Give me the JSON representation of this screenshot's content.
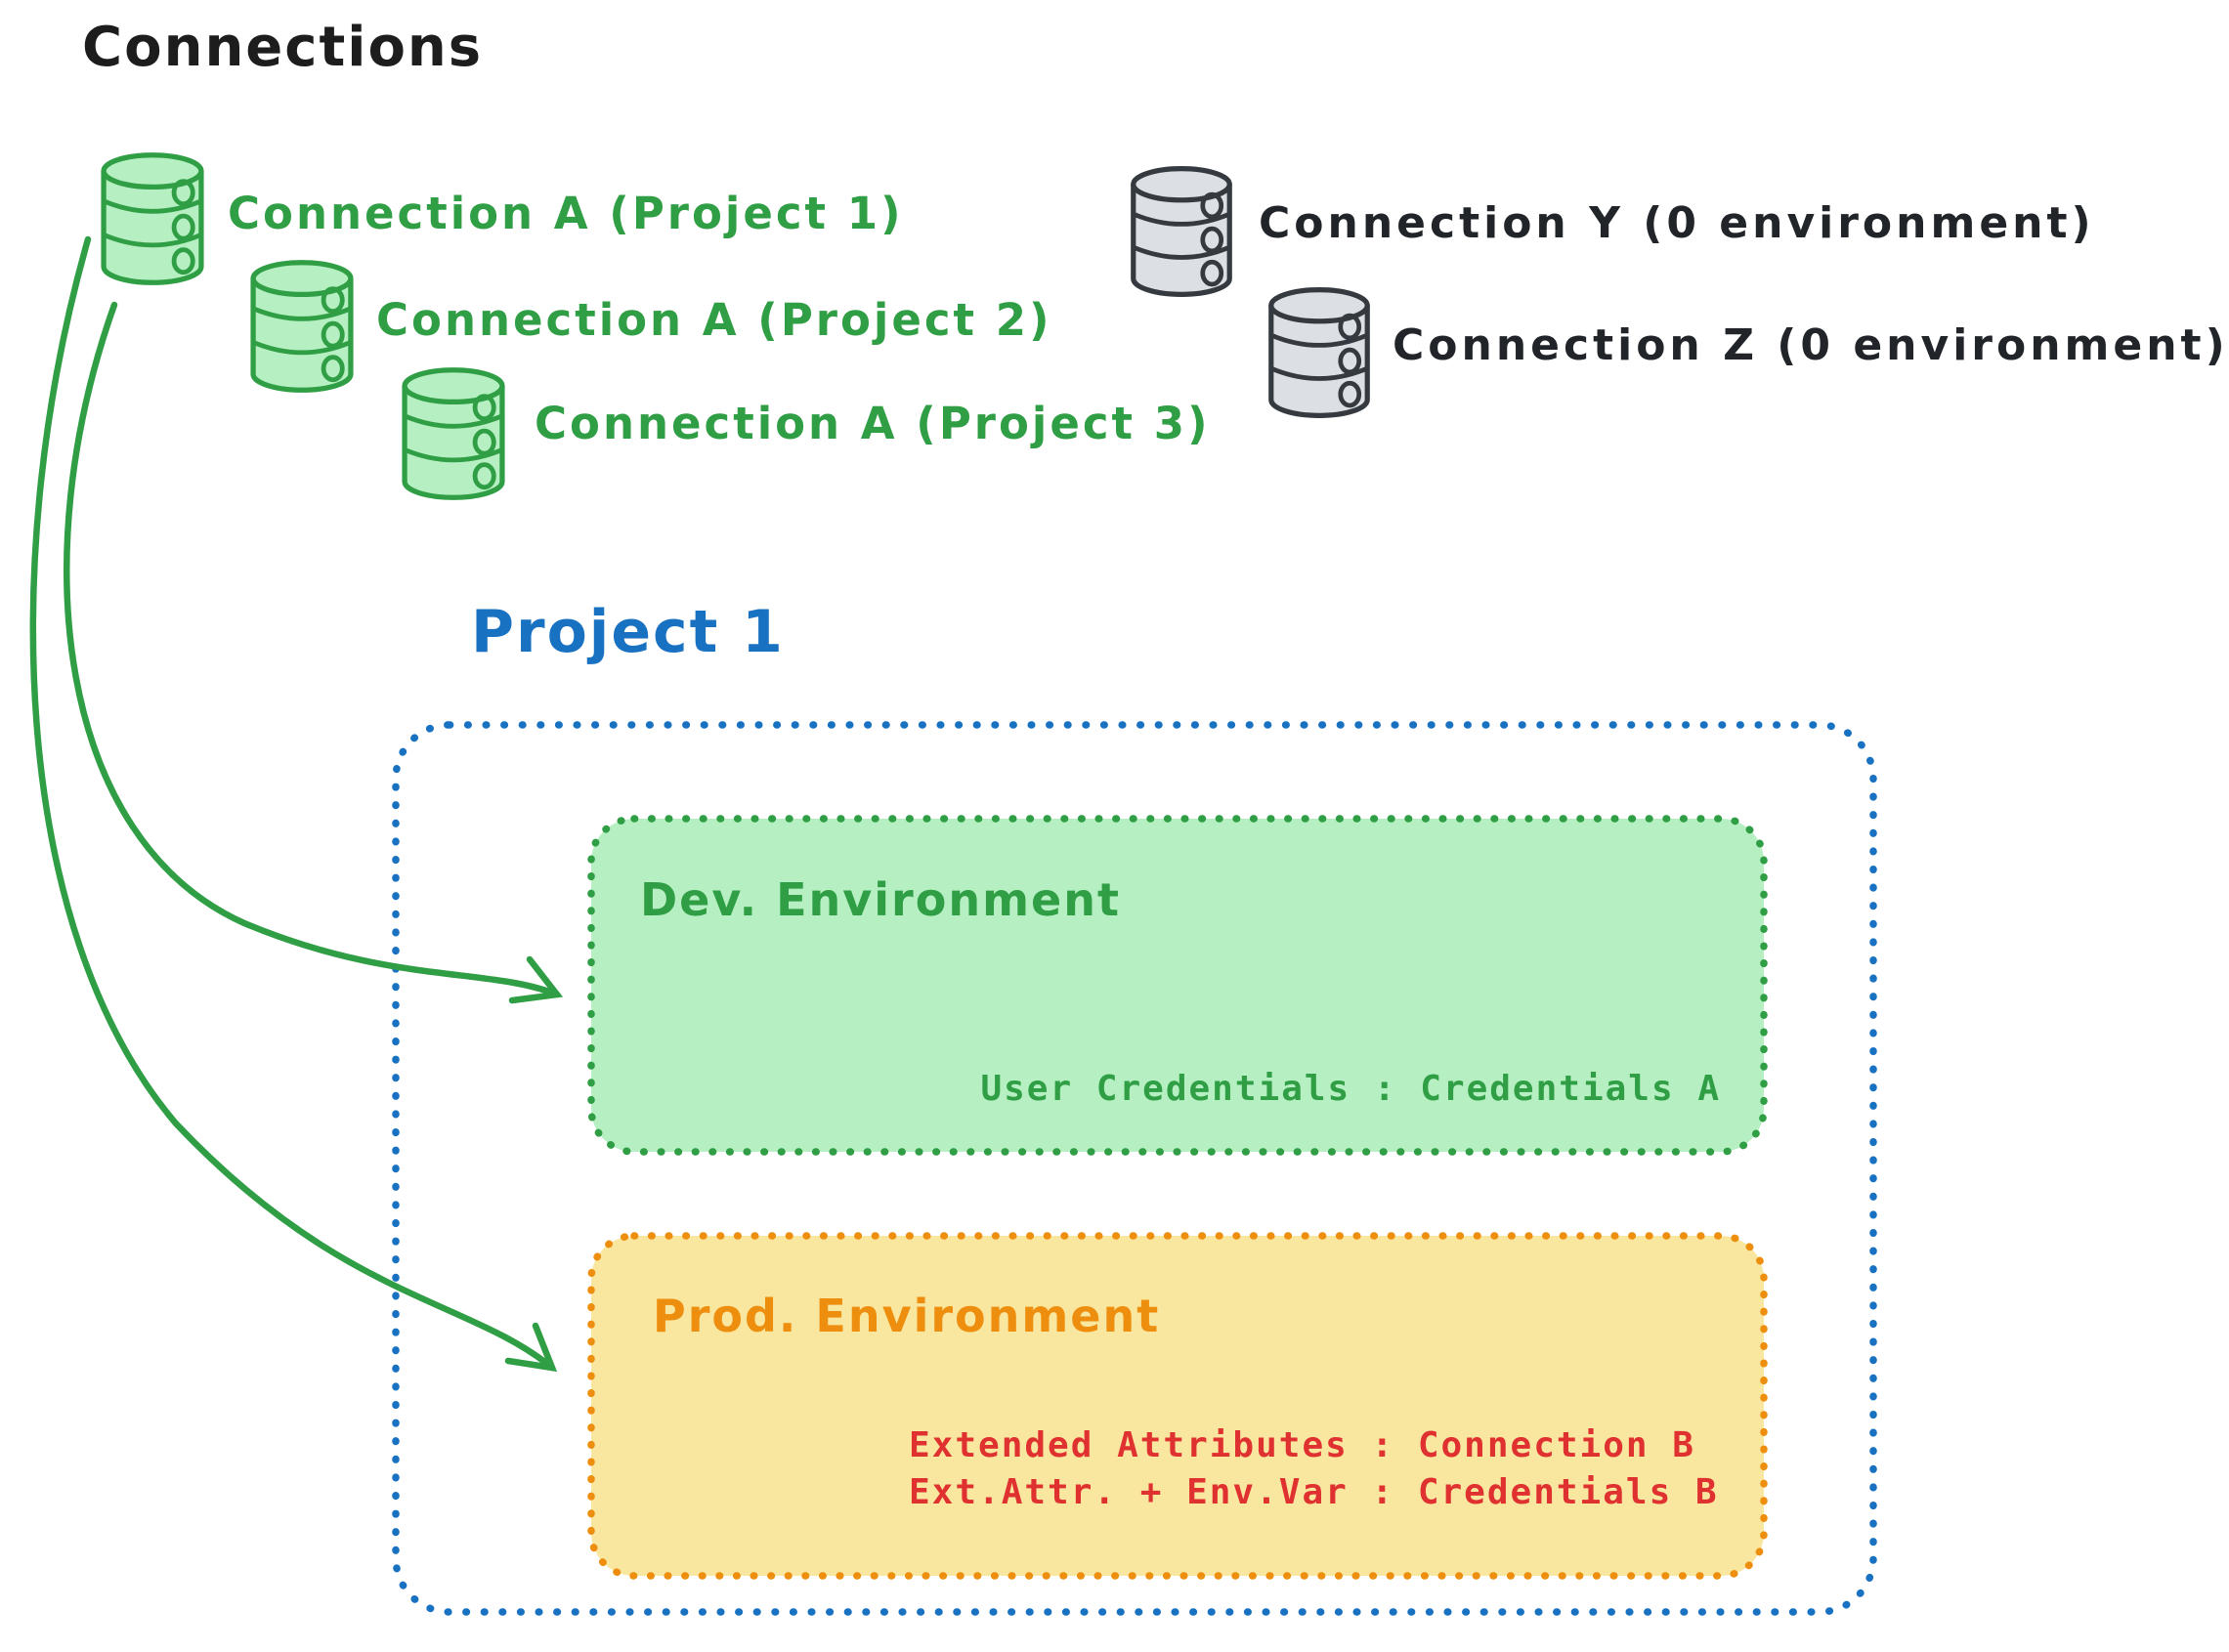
{
  "title": "Connections",
  "colors": {
    "green_stroke": "#2f9e44",
    "green_fill": "#b5efc2",
    "gray_stroke": "#343a40",
    "gray_fill": "#dcdfe4",
    "blue": "#1971c2",
    "orange_stroke": "#ee8e0e",
    "orange_fill": "#f9e79f",
    "red": "#e03131",
    "text_dark": "#1d1d1d"
  },
  "connections": {
    "project_connections": [
      {
        "icon": "database-icon",
        "color": "green",
        "label": "Connection A (Project 1)"
      },
      {
        "icon": "database-icon",
        "color": "green",
        "label": "Connection A (Project 2)"
      },
      {
        "icon": "database-icon",
        "color": "green",
        "label": "Connection A (Project 3)"
      }
    ],
    "unassigned_connections": [
      {
        "icon": "database-icon",
        "color": "gray",
        "label": "Connection Y (0 environment)"
      },
      {
        "icon": "database-icon",
        "color": "gray",
        "label": "Connection Z (0 environment)"
      }
    ]
  },
  "project": {
    "title": "Project 1",
    "environments": {
      "dev": {
        "title": "Dev. Environment",
        "credentials_line": "User Credentials : Credentials A"
      },
      "prod": {
        "title": "Prod. Environment",
        "lines": [
          "Extended Attributes : Connection B",
          "Ext.Attr. + Env.Var : Credentials B"
        ]
      }
    }
  },
  "arrows": [
    {
      "name": "connection-a-to-dev-environment",
      "from": "Connection A (Project 1)",
      "to": "Dev. Environment"
    },
    {
      "name": "connection-a-to-prod-environment",
      "from": "Connection A (Project 1)",
      "to": "Prod. Environment"
    }
  ]
}
